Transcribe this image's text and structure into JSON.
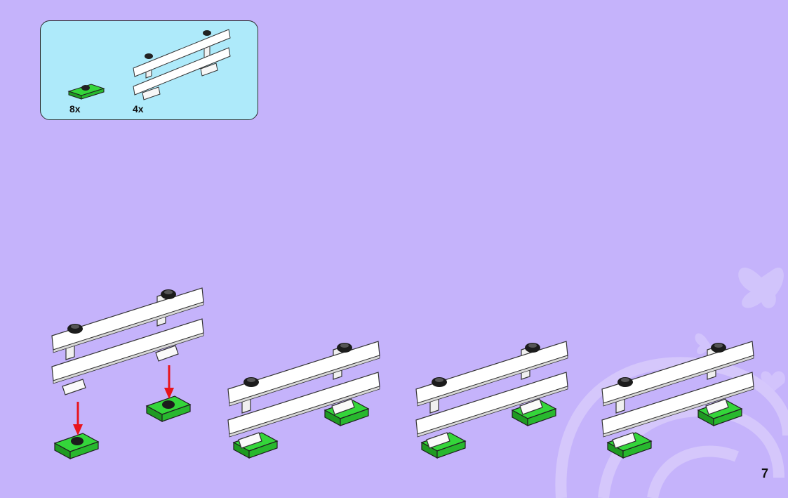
{
  "parts_list": {
    "items": [
      {
        "part": "green-plate-1x2-with-stud",
        "quantity": "8x"
      },
      {
        "part": "white-fence-section",
        "quantity": "4x"
      }
    ]
  },
  "colors": {
    "background": "#c5b3fb",
    "parts_box": "#aeeafa",
    "plate_green": "#34d63a",
    "fence_white": "#ffffff",
    "arrow_red": "#e8141c"
  },
  "page": {
    "number": "7"
  }
}
